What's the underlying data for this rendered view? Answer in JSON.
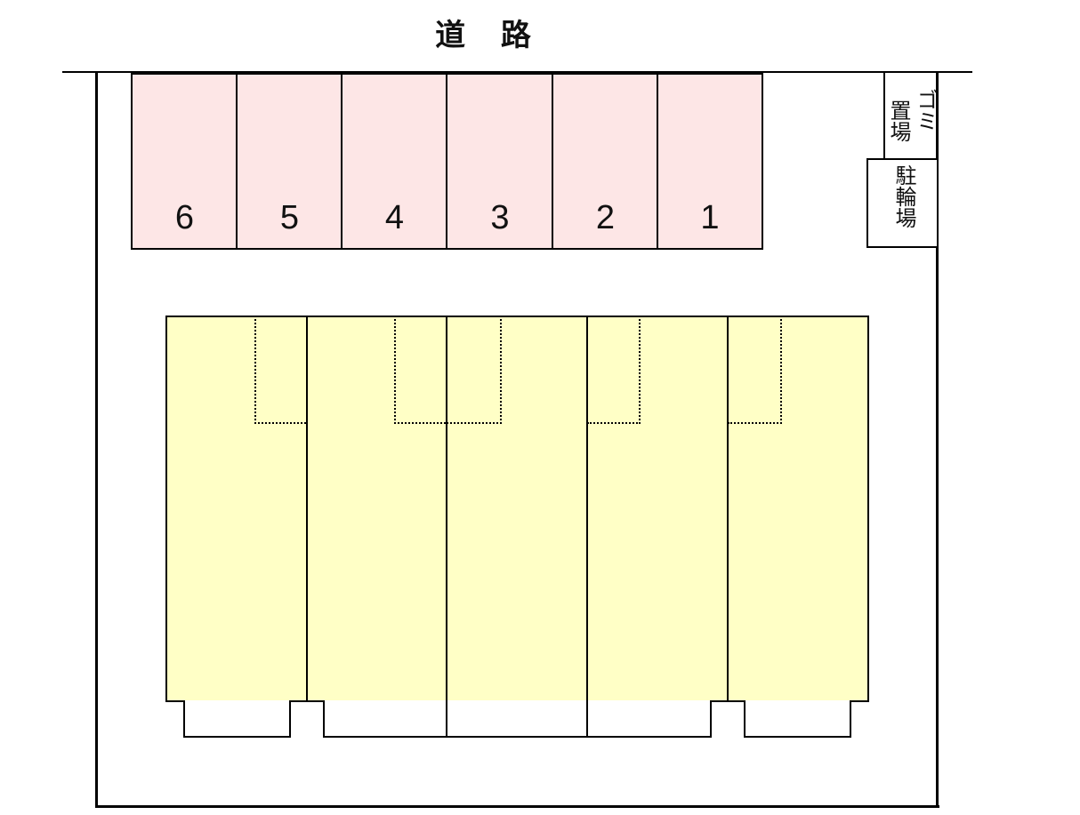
{
  "road": {
    "label": "道 路"
  },
  "parking": {
    "fill_color": "#fde6e6",
    "spaces": [
      {
        "number": "6"
      },
      {
        "number": "5"
      },
      {
        "number": "4"
      },
      {
        "number": "3"
      },
      {
        "number": "2"
      },
      {
        "number": "1"
      }
    ]
  },
  "facilities": {
    "garbage": {
      "line1": "ゴミ",
      "line2": "置場"
    },
    "bicycle": {
      "label": "駐輪場"
    }
  },
  "building": {
    "fill_color": "#ffffc6",
    "unit_count": 5
  }
}
